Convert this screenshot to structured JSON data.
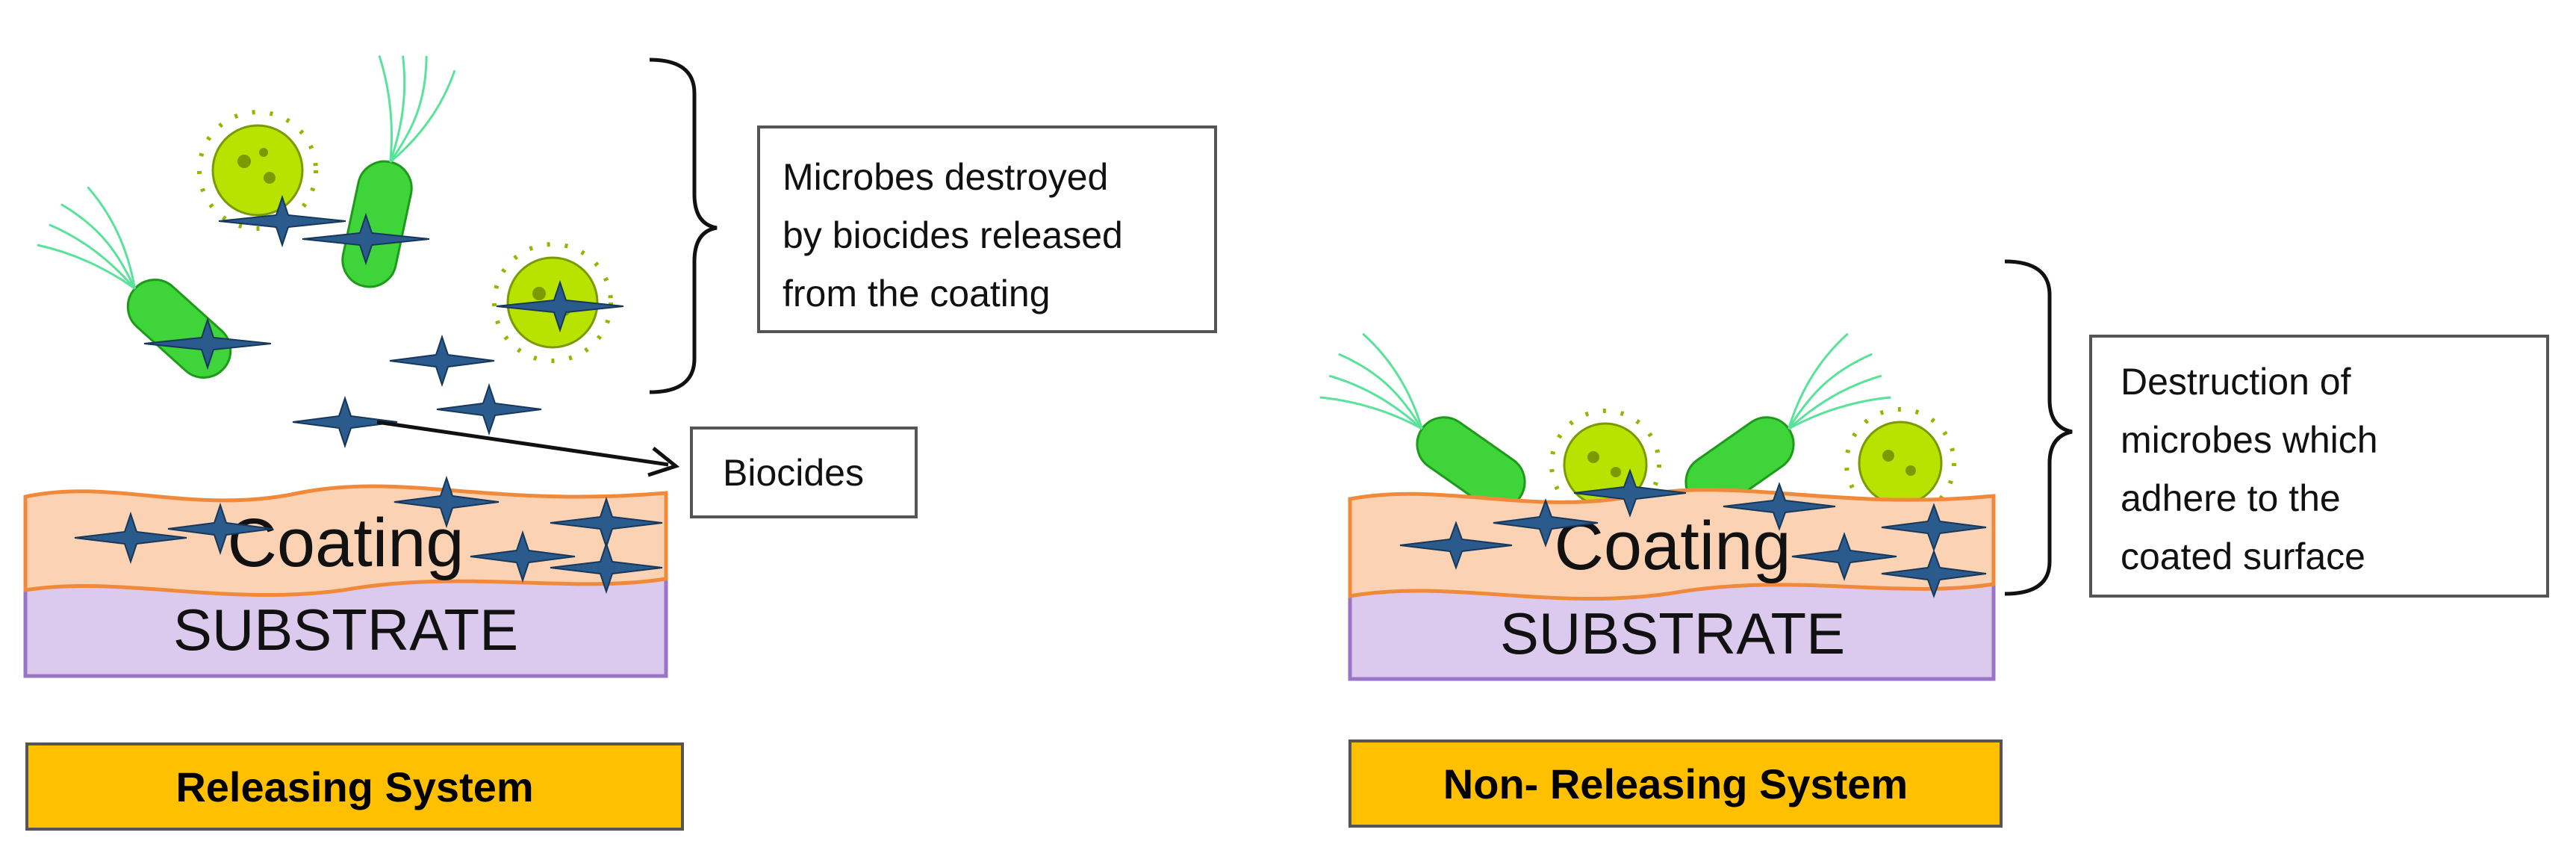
{
  "colors": {
    "coating_fill": "#fbd3b4",
    "coating_stroke": "#f08a3a",
    "substrate_fill": "#dcc9ee",
    "substrate_stroke": "#9a74c6",
    "biocide": "#2a5b8c",
    "bacterium": "#3fd43a",
    "virus": "#b8e300",
    "title_box": "#ffc000"
  },
  "left_panel": {
    "coating_label": "Coating",
    "substrate_label": "SUBSTRATE",
    "title": "Releasing System",
    "callout_main": {
      "lines": [
        "Microbes destroyed",
        "by biocides released",
        "from the coating"
      ]
    },
    "callout_biocides": "Biocides"
  },
  "right_panel": {
    "coating_label": "Coating",
    "substrate_label": "SUBSTRATE",
    "title": "Non- Releasing System",
    "callout_main": {
      "lines": [
        "Destruction of",
        "microbes which",
        "adhere to the",
        "coated surface"
      ]
    }
  }
}
